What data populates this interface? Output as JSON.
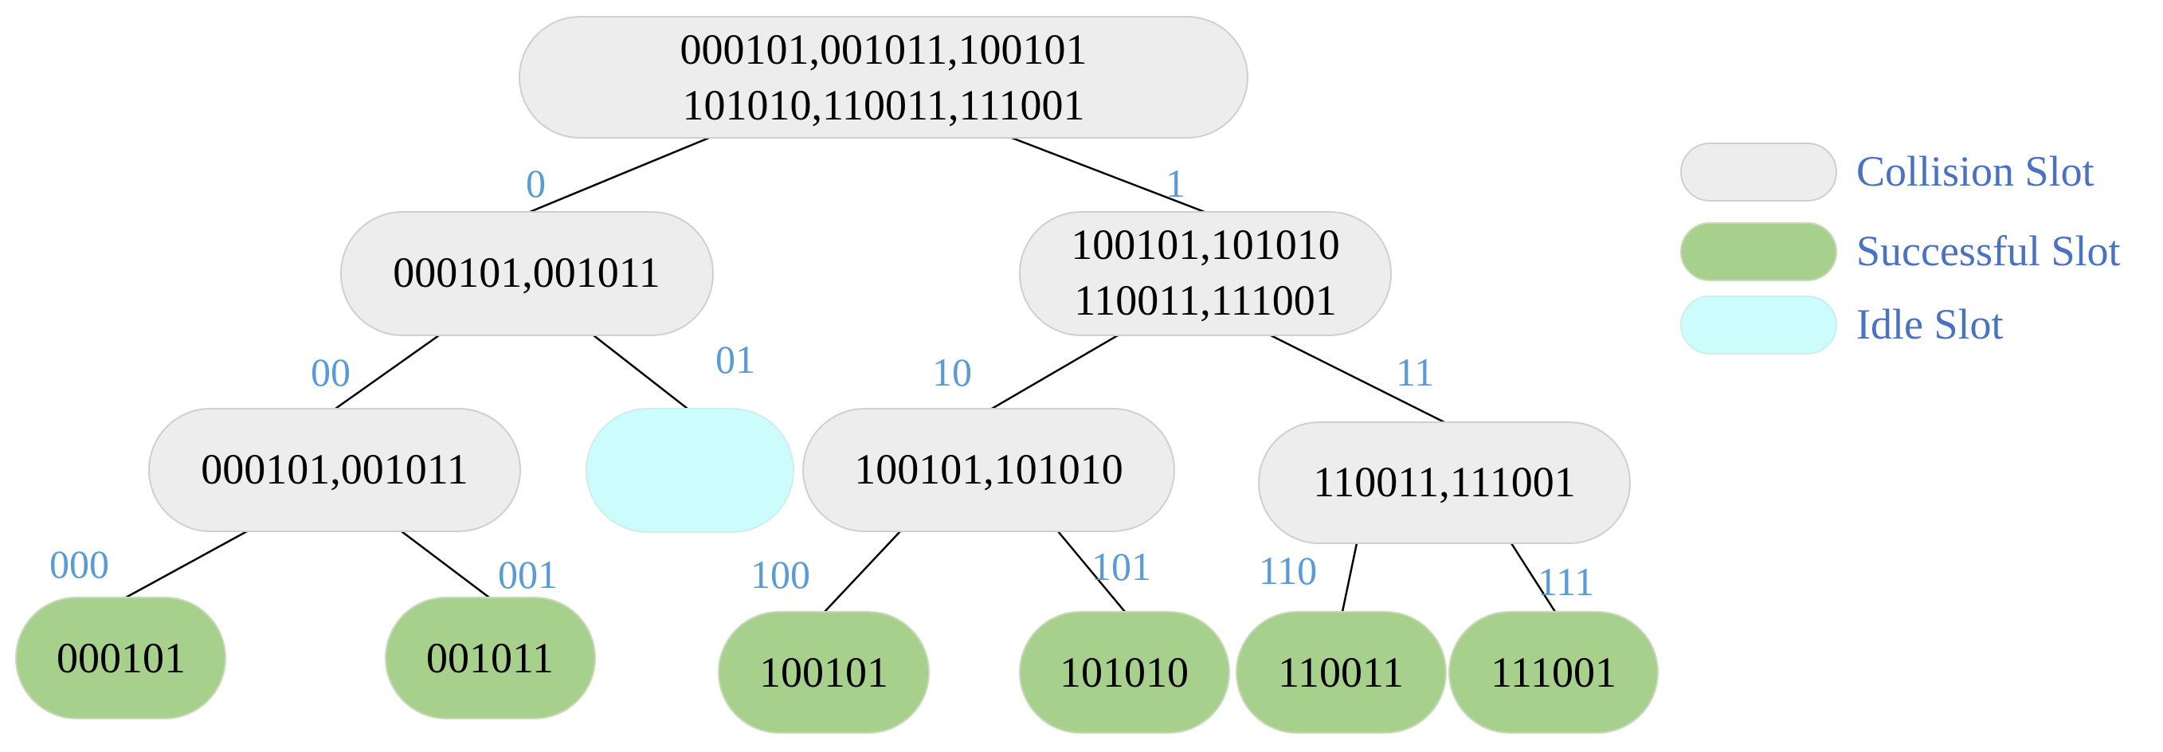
{
  "colors": {
    "collision": "#ededed",
    "collision_stroke": "#cfcfcf",
    "success": "#a8d08d",
    "success_stroke": "#c7d9b8",
    "idle": "#ccfcfc",
    "idle_stroke": "#cdeeee",
    "edge_label": "#5b9bd5",
    "legend_label": "#4a72c2"
  },
  "nodes": {
    "root": {
      "line1": "000101,001011,100101",
      "line2": "101010,110011,111001"
    },
    "n0": {
      "line1": "000101,001011"
    },
    "n1": {
      "line1": "100101,101010",
      "line2": "110011,111001"
    },
    "n00": {
      "line1": "000101,001011"
    },
    "n01": {
      "line1": ""
    },
    "n10": {
      "line1": "100101,101010"
    },
    "n11": {
      "line1": "110011,111001"
    },
    "n000": {
      "line1": "000101"
    },
    "n001": {
      "line1": "001011"
    },
    "n100": {
      "line1": "100101"
    },
    "n101": {
      "line1": "101010"
    },
    "n110": {
      "line1": "110011"
    },
    "n111": {
      "line1": "111001"
    }
  },
  "edge_labels": {
    "e0": "0",
    "e1": "1",
    "e00": "00",
    "e01": "01",
    "e10": "10",
    "e11": "11",
    "e000": "000",
    "e001": "001",
    "e100": "100",
    "e101": "101",
    "e110": "110",
    "e111": "111"
  },
  "legend": {
    "collision": "Collision Slot",
    "success": "Successful Slot",
    "idle": "Idle Slot"
  }
}
